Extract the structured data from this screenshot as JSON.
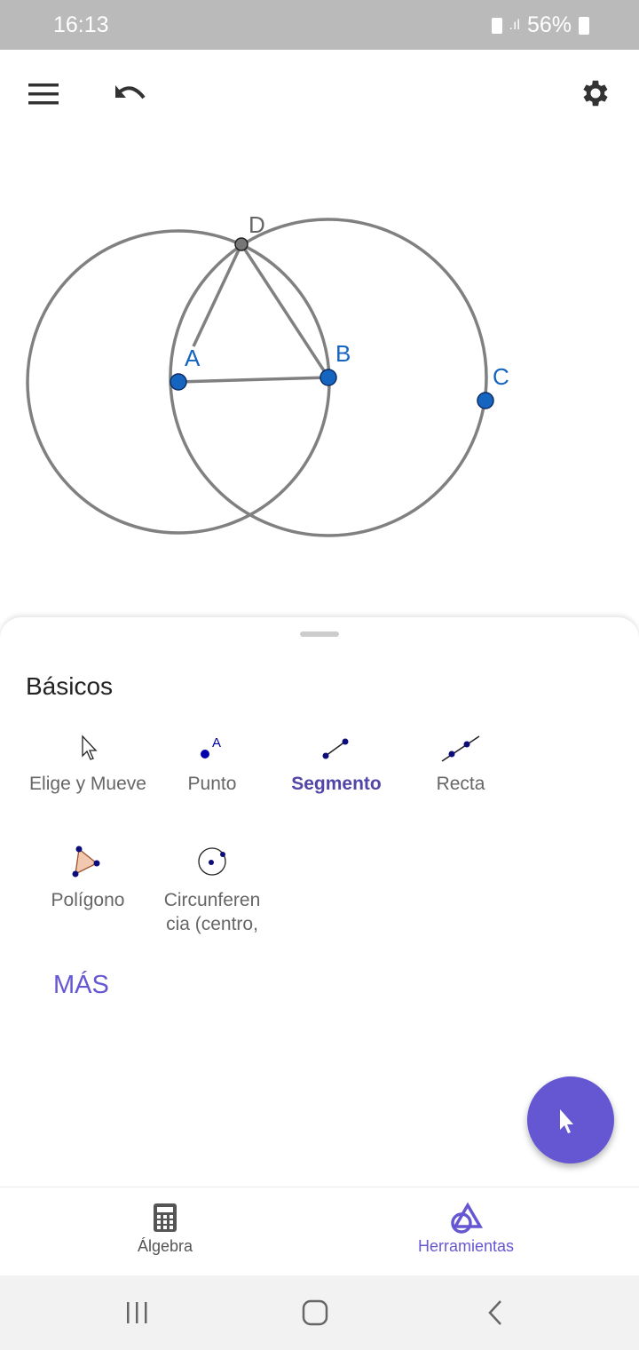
{
  "status": {
    "time": "16:13",
    "battery": "56%"
  },
  "toolbar": {
    "menu": "menu-icon",
    "undo": "undo-icon",
    "settings": "gear-icon"
  },
  "construction": {
    "points": {
      "A": "A",
      "B": "B",
      "C": "C",
      "D": "D"
    },
    "point_color": "#1565c0"
  },
  "panel": {
    "title": "Básicos",
    "tools": [
      {
        "label": "Elige y Mueve"
      },
      {
        "label": "Punto"
      },
      {
        "label": "Segmento",
        "selected": true
      },
      {
        "label": "Recta"
      },
      {
        "label": "Polígono"
      },
      {
        "label": "Circunferen cia (centro,"
      }
    ],
    "more": "MÁS"
  },
  "nav": {
    "algebra": "Álgebra",
    "tools": "Herramientas"
  },
  "accent": "#6557d2"
}
